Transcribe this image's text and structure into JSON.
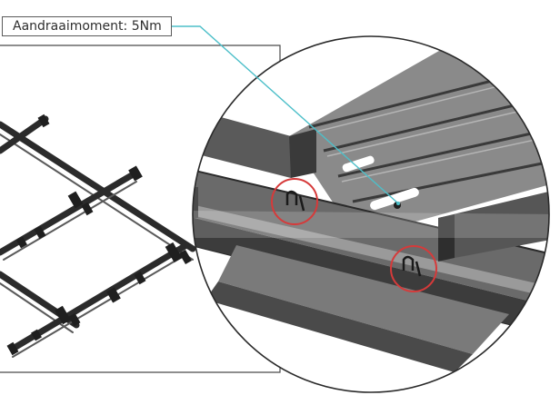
{
  "annotation": {
    "torque_label": "Aandraaimoment: 5Nm"
  },
  "colors": {
    "leader_line": "#4dbfc9",
    "highlight_circle": "#d63a3a",
    "frame_line": "#4a4a4a",
    "rail_dark": "#2b2b2b",
    "panel_mid": "#8e8e8e"
  },
  "icons": {
    "overview": "solar-mounting-rail-grid",
    "detail": "magnified-clamp-detail",
    "markers": [
      "highlight-circle",
      "highlight-circle"
    ]
  }
}
